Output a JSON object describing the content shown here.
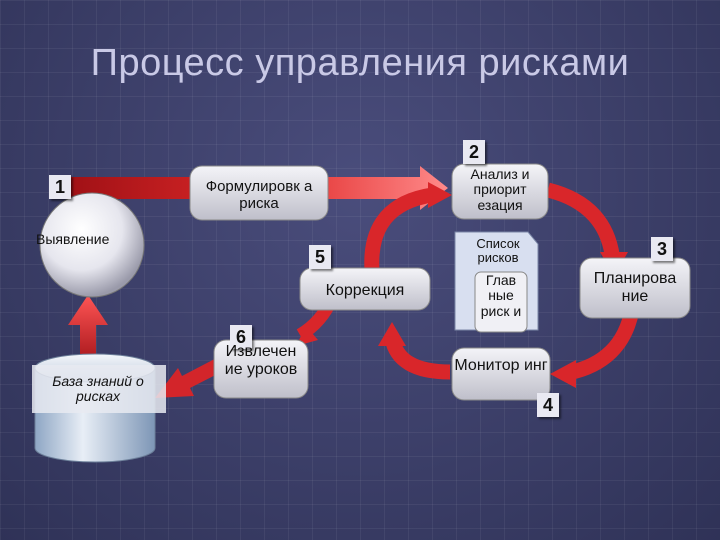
{
  "slide": {
    "title": "Процесс управления рисками"
  },
  "steps": {
    "s1": {
      "number": "1",
      "label": "Выявление"
    },
    "s2": {
      "number": "2",
      "label": "Анализ и приорит езация"
    },
    "s3": {
      "number": "3",
      "label": "Планирова ние"
    },
    "s4": {
      "number": "4",
      "label": "Монитор инг"
    },
    "s5": {
      "number": "5",
      "label": "Коррекция"
    },
    "s6": {
      "number": "6",
      "label": "Извлечен ие уроков"
    }
  },
  "boxes": {
    "formulation": "Формулировк а риска",
    "risk_list": "Список рисков",
    "main_risks": "Глав ные риск и",
    "knowledge_base": "База знаний о рисках"
  }
}
